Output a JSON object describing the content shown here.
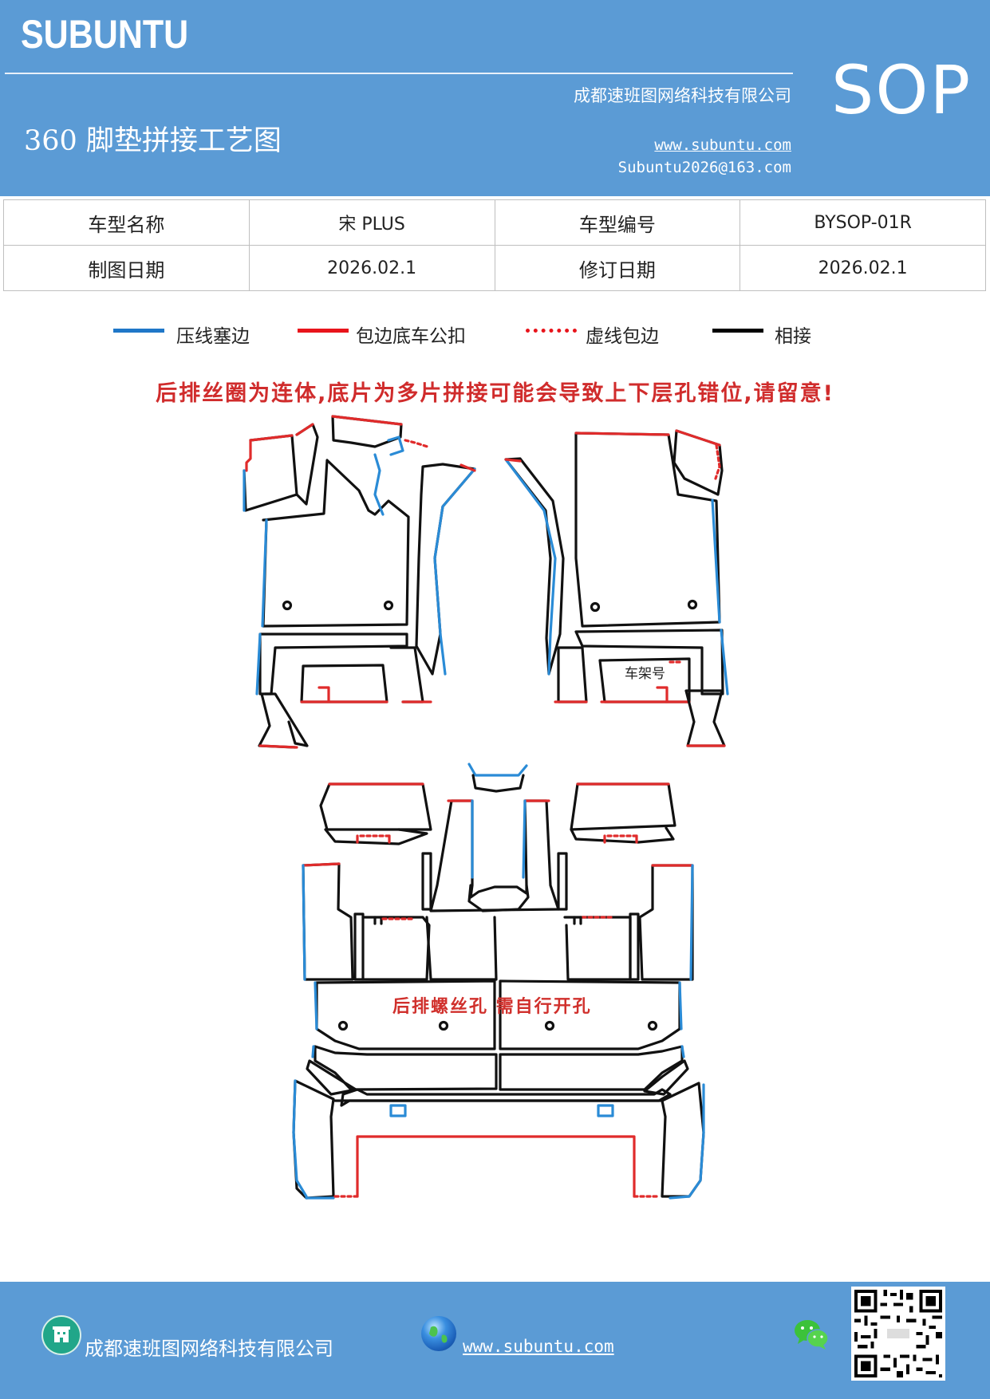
{
  "header": {
    "brand": "SUBUNTU",
    "company": "成都速班图网络科技有限公司",
    "title": "360 脚垫拼接工艺图",
    "website": "www.subuntu.com",
    "email": "Subuntu2026@163.com",
    "doc_type": "SOP"
  },
  "info_table": {
    "rows": [
      [
        {
          "label": "车型名称"
        },
        {
          "value": "宋 PLUS"
        },
        {
          "label": "车型编号"
        },
        {
          "value": "BYSOP-01R"
        }
      ],
      [
        {
          "label": "制图日期"
        },
        {
          "value": "2026.02.1"
        },
        {
          "label": "修订日期"
        },
        {
          "value": "2026.02.1"
        }
      ]
    ]
  },
  "legend": {
    "items": [
      {
        "label": "压线塞边",
        "color": "#1f77c8",
        "style": "solid"
      },
      {
        "label": "包边底车公扣",
        "color": "#e8141b",
        "style": "solid"
      },
      {
        "label": "虚线包边",
        "color": "#e8141b",
        "style": "dotted"
      },
      {
        "label": "相接",
        "color": "#000000",
        "style": "solid"
      }
    ]
  },
  "colors": {
    "header_bg": "#5b9bd5",
    "blue_edge": "#2a8bd6",
    "red_edge": "#e02b2b",
    "black_edge": "#111111"
  },
  "warning": "后排丝圈为连体,底片为多片拼接可能会导致上下层孔错位,请留意!",
  "diagram": {
    "vin_label": "车架号",
    "rear_screw_note": "后排螺丝孔 需自行开孔"
  },
  "footer": {
    "company": "成都速班图网络科技有限公司",
    "website": "www.subuntu.com",
    "company_icon": "building-icon",
    "web_icon": "globe-icon",
    "wechat_icon": "wechat-icon",
    "qr": "qr-code"
  }
}
